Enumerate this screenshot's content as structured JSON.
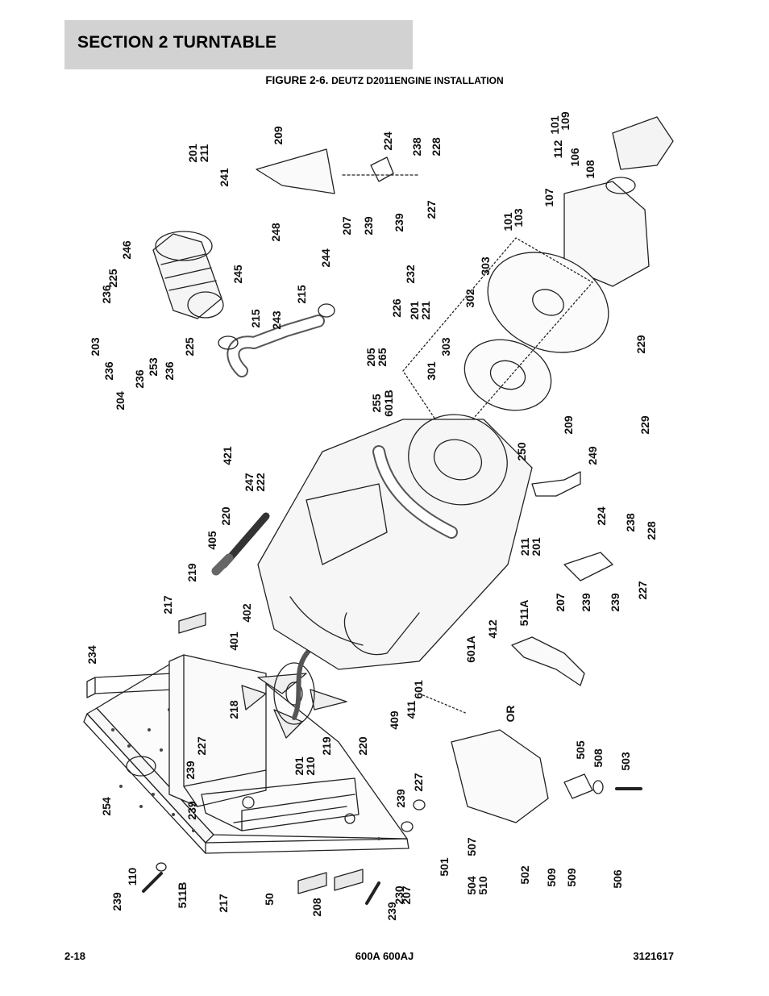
{
  "header": {
    "section_title": "SECTION 2   TURNTABLE"
  },
  "figure": {
    "number": "FIGURE 2-6.",
    "name": "DEUTZ D2011ENGINE INSTALLATION"
  },
  "callouts": [
    "101",
    "109",
    "112",
    "106",
    "108",
    "107",
    "101",
    "103",
    "201",
    "211",
    "209",
    "224",
    "238",
    "228",
    "241",
    "207",
    "239",
    "239",
    "227",
    "248",
    "246",
    "225",
    "245",
    "244",
    "232",
    "236",
    "215",
    "215",
    "243",
    "226",
    "201",
    "221",
    "203",
    "236",
    "204",
    "253",
    "236",
    "236",
    "225",
    "205",
    "265",
    "303",
    "302",
    "303",
    "301",
    "229",
    "229",
    "255",
    "601B",
    "209",
    "249",
    "250",
    "421",
    "247",
    "222",
    "220",
    "405",
    "224",
    "238",
    "228",
    "219",
    "211",
    "201",
    "207",
    "239",
    "239",
    "227",
    "217",
    "402",
    "511A",
    "401",
    "412",
    "601A",
    "234",
    "218",
    "409",
    "411",
    "601",
    "OR",
    "227",
    "239",
    "201",
    "210",
    "219",
    "220",
    "505",
    "508",
    "503",
    "254",
    "239",
    "227",
    "239",
    "230",
    "217",
    "50",
    "208",
    "239",
    "207",
    "239",
    "110",
    "511B",
    "501",
    "504",
    "510",
    "507",
    "502",
    "509",
    "509",
    "506"
  ],
  "footer": {
    "page": "2-18",
    "models": "600A 600AJ",
    "doc_number": "3121617"
  }
}
